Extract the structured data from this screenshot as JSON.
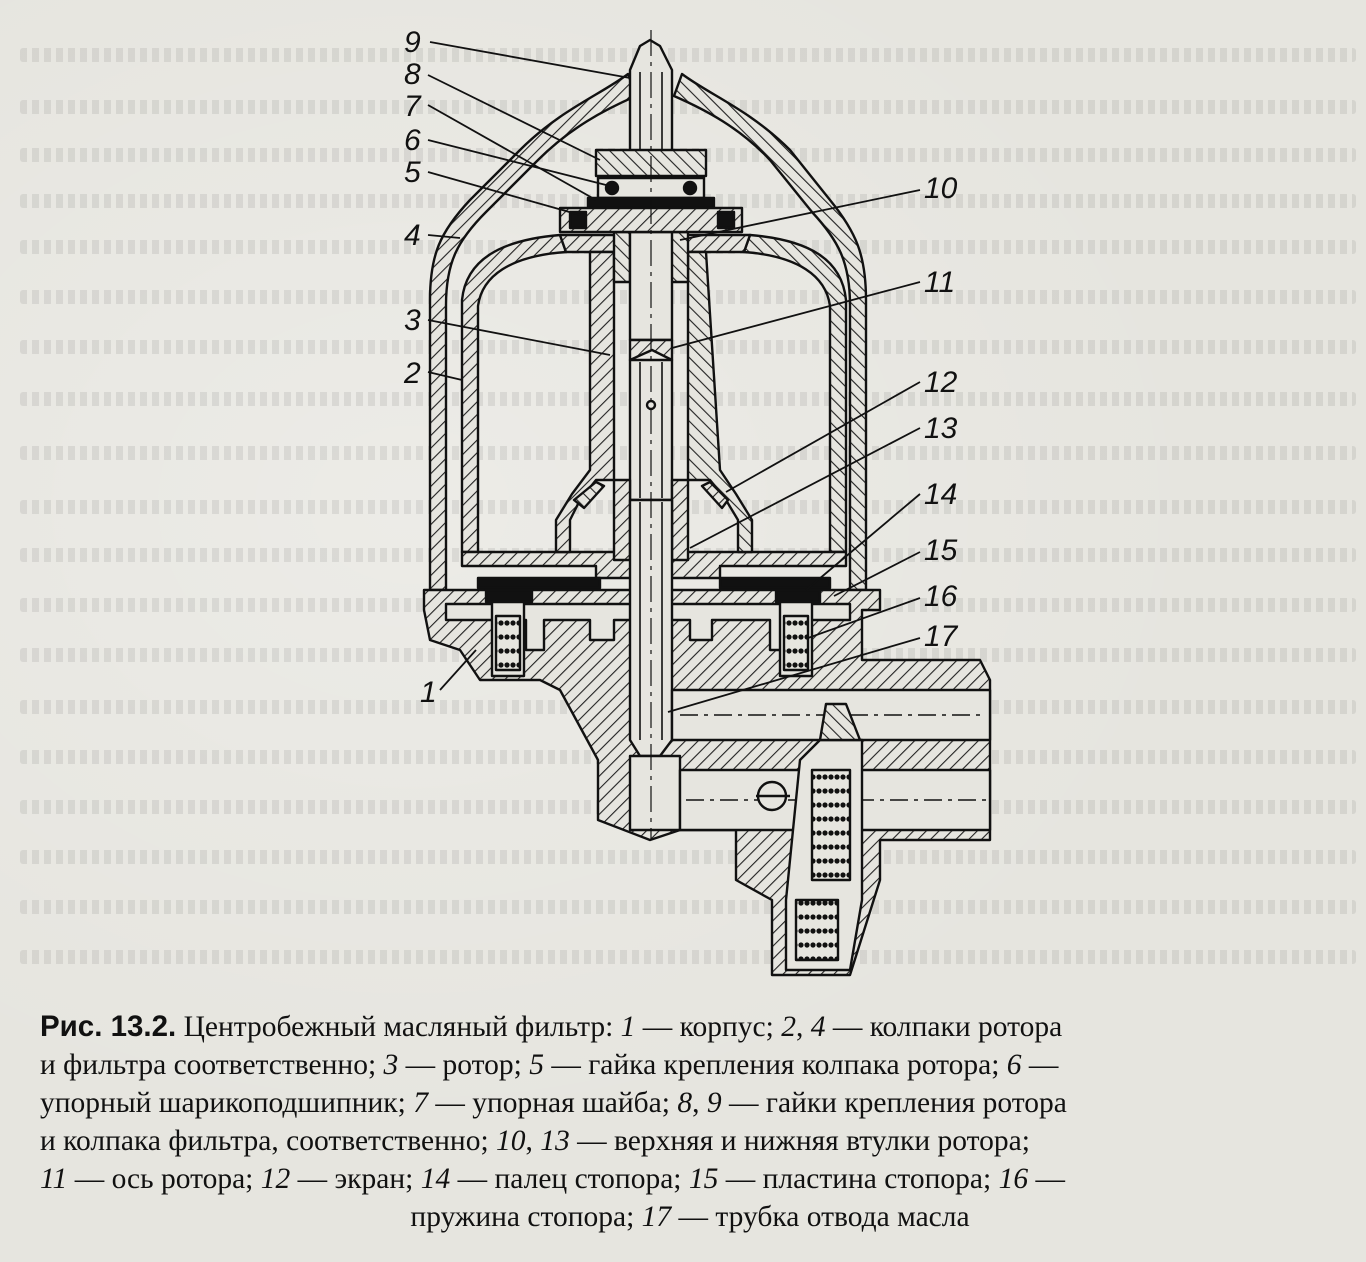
{
  "diagram": {
    "labels": {
      "l1": "1",
      "l2": "2",
      "l3": "3",
      "l4": "4",
      "l5": "5",
      "l6": "6",
      "l7": "7",
      "l8": "8",
      "l9": "9",
      "l10": "10",
      "l11": "11",
      "l12": "12",
      "l13": "13",
      "l14": "14",
      "l15": "15",
      "l16": "16",
      "l17": "17"
    }
  },
  "caption": {
    "fig": "Рис. 13.2.",
    "p1": " Центробежный масляный фильтр: ",
    "n1": "1",
    "p2": " — корпус; ",
    "n2": "2",
    "p3": ", ",
    "n4": "4",
    "p4": " — колпаки ротора",
    "p5": "и фильтра соответственно; ",
    "n3": "3",
    "p6": " — ротор; ",
    "n5": "5",
    "p7": " — гайка крепления колпака ротора; ",
    "n6": "6",
    "p8": " —",
    "p9": "упорный шарикоподшипник; ",
    "n7": "7",
    "p10": " — упорная шайба; ",
    "n8": "8",
    "p11": ", ",
    "n9": "9",
    "p12": " — гайки крепления ротора",
    "p13": "и колпака фильтра, соответственно; ",
    "n10": "10",
    "p14": ", ",
    "n13": "13",
    "p15": " — верхняя и нижняя втулки ротора;",
    "n11": "11",
    "p16": " — ось ротора; ",
    "n12": "12",
    "p17": " — экран; ",
    "n14": "14",
    "p18": " — палец стопора; ",
    "n15": "15",
    "p19": " — пластина стопора; ",
    "n16": "16",
    "p20": " —",
    "p21": "пружина стопора; ",
    "n17": "17",
    "p22": " — трубка отвода масла"
  }
}
